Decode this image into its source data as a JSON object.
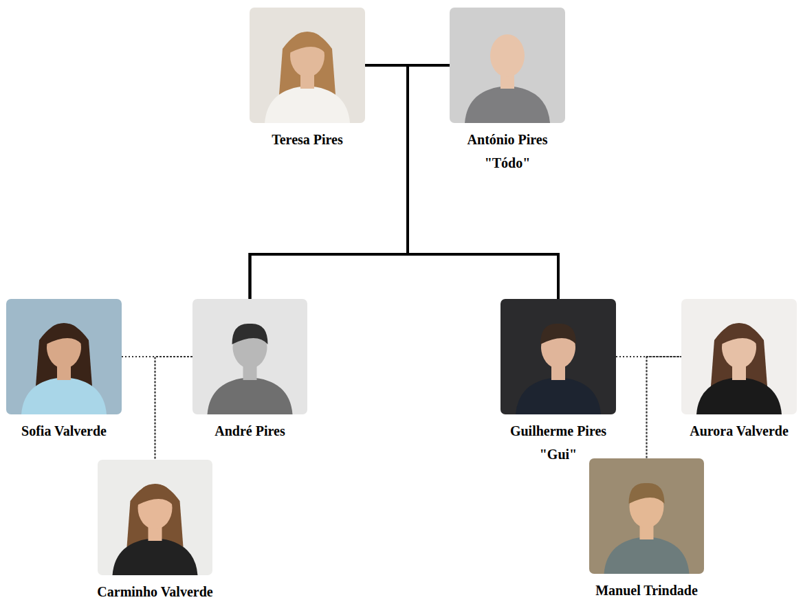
{
  "diagram": {
    "nodes": [
      {
        "text": [
          "Teresa Pires"
        ]
      },
      {
        "text": [
          "António Pires",
          "\"Tódo\""
        ]
      },
      {
        "text": [
          "Sofia Valverde"
        ]
      },
      {
        "text": [
          "André Pires"
        ]
      },
      {
        "text": [
          "Guilherme Pires",
          "\"Gui\""
        ]
      },
      {
        "text": [
          "Aurora Valverde"
        ]
      },
      {
        "text": [
          "Carminho Valverde"
        ]
      },
      {
        "text": [
          "Manuel Trindade"
        ]
      }
    ],
    "edges": [
      {
        "from": 0,
        "to": 1,
        "arrow": "none"
      },
      {
        "from": 0,
        "to": 3,
        "arrow": "none"
      },
      {
        "from": 0,
        "to": 4,
        "arrow": "none"
      },
      {
        "from": 1,
        "to": 3,
        "arrow": "none"
      },
      {
        "from": 1,
        "to": 4,
        "arrow": "none"
      },
      {
        "from": 2,
        "to": 3,
        "arrow": "none"
      },
      {
        "from": 2,
        "to": 6,
        "arrow": "none"
      },
      {
        "from": 3,
        "to": 6,
        "arrow": "none"
      },
      {
        "from": 4,
        "to": 5,
        "arrow": "none"
      },
      {
        "from": 4,
        "to": 7,
        "arrow": "none"
      },
      {
        "from": 5,
        "to": 7,
        "arrow": "none"
      }
    ]
  }
}
